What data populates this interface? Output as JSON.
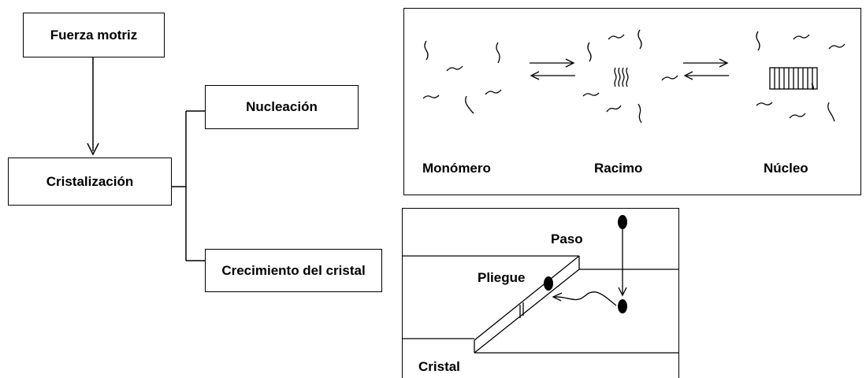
{
  "flowchart": {
    "driving_force": "Fuerza motriz",
    "crystallization": "Cristalización",
    "nucleation": "Nucleación",
    "crystal_growth": "Crecimiento del cristal"
  },
  "nucleation_panel": {
    "monomer": "Monómero",
    "cluster": "Racimo",
    "nucleus": "Núcleo"
  },
  "growth_panel": {
    "step": "Paso",
    "kink": "Pliegue",
    "crystal": "Cristal"
  }
}
